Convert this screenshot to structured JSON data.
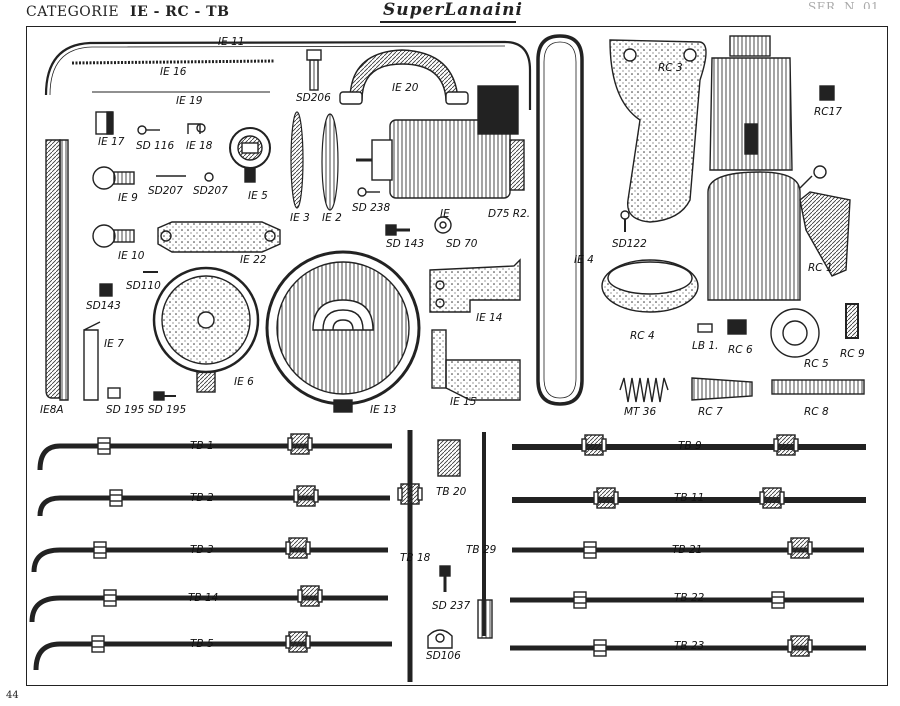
{
  "header": {
    "category_label": "CATEGORIE",
    "category_codes": "IE - RC - TB",
    "brand": "SuperLanaini",
    "right_code": "SER. N. 01"
  },
  "page_number": "44",
  "labels": {
    "ie11": "IE 11",
    "ie16": "IE 16",
    "sd206": "SD206",
    "ie20": "IE 20",
    "ie19": "IE 19",
    "ie17": "IE 17",
    "sd116": "SD 116",
    "ie18": "IE 18",
    "sd207a": "SD207",
    "sd207b": "SD207",
    "ie9": "IE 9",
    "ie5": "IE 5",
    "ie3": "IE 3",
    "ie2": "IE 2",
    "sd238": "SD 238",
    "ie": "IE",
    "d75r2": "D75 R2.",
    "sd143a": "SD 143",
    "sd70": "SD 70",
    "ie10": "IE 10",
    "ie22": "IE 22",
    "sd110": "SD110",
    "sd143b": "SD143",
    "ie7": "IE 7",
    "ie8a": "IE8A",
    "ie6": "IE 6",
    "sd195a": "SD 195",
    "sd195b": "SD 195",
    "ie13": "IE 13",
    "ie14": "IE 14",
    "ie15": "IE 15",
    "ie4": "IE 4",
    "rc3": "RC 3",
    "rc17": "RC17",
    "sd122": "SD122",
    "rc1": "RC 1",
    "rc4": "RC 4",
    "lb1": "LB 1.",
    "rc6": "RC 6",
    "rc5": "RC 5",
    "rc9": "RC 9",
    "mt36": "MT 36",
    "rc7": "RC 7",
    "rc8": "RC 8",
    "tb1": "TB 1",
    "tb2": "TB 2",
    "tb3": "TB 3",
    "tb14": "TB 14",
    "tb5": "TB 5",
    "tb18": "TB 18",
    "tb20": "TB 20",
    "tb29": "TB 29",
    "sd237": "SD 237",
    "sd106": "SD106",
    "tb9": "TB 9",
    "tb11": "TB 11",
    "tb21": "TB 21",
    "tb22": "TB 22",
    "tb23": "TB 23"
  }
}
